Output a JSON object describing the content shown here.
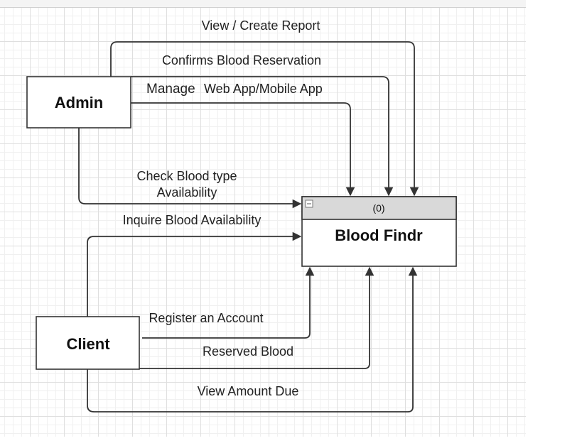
{
  "entities": {
    "admin": "Admin",
    "client": "Client"
  },
  "process": {
    "id": "(0)",
    "name": "Blood Findr"
  },
  "flows": {
    "view_create_report": "View / Create Report",
    "confirms_blood_reservation": "Confirms Blood Reservation",
    "manage_word": "Manage",
    "manage_rest": "Web App/Mobile App",
    "check_blood_type_line1": "Check Blood type",
    "check_blood_type_line2": "Availability",
    "inquire_blood_availability": "Inquire Blood Availability",
    "register_account": "Register an Account",
    "reserved_blood": "Reserved Blood",
    "view_amount_due": "View Amount Due"
  },
  "icons": {
    "collapse": "collapse-icon"
  },
  "colors": {
    "line": "#333333",
    "process_header": "#d9d9d9",
    "grid": "#dfdfdf"
  }
}
